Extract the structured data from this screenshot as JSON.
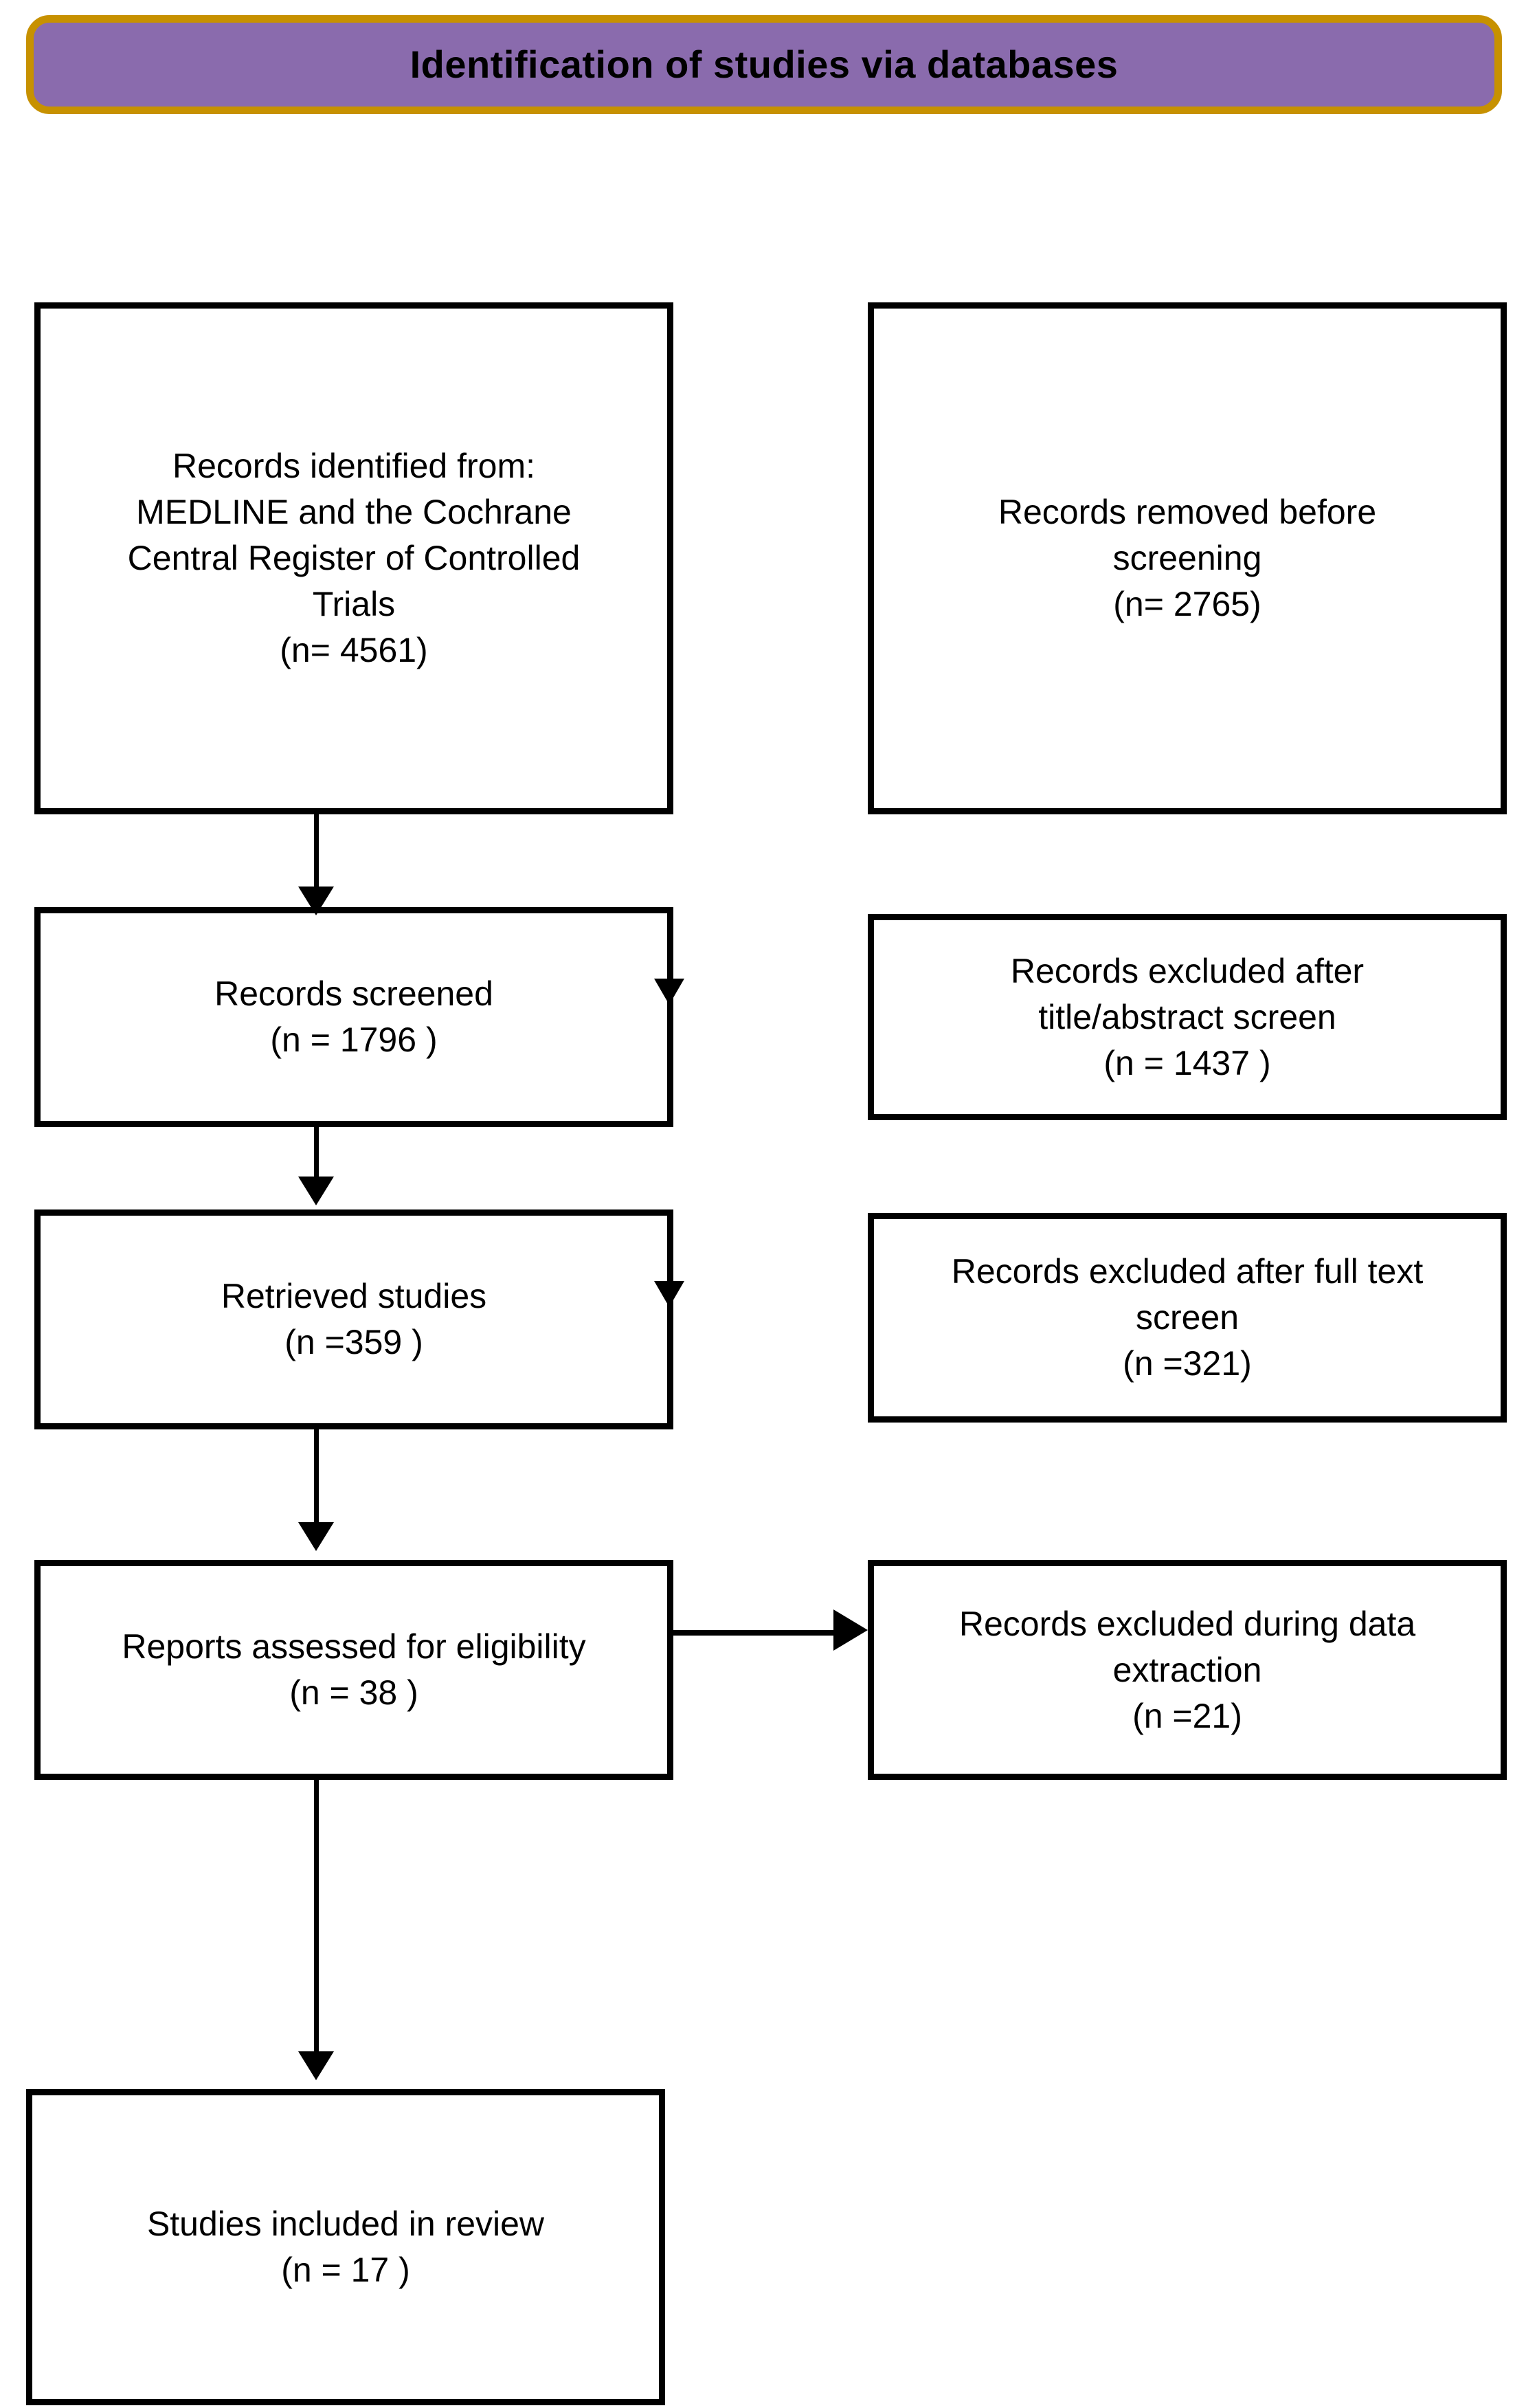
{
  "banner": {
    "title": "Identification of studies via databases",
    "fill_color": "#8a6bad",
    "border_color": "#c79100"
  },
  "flow": {
    "identified": {
      "label": "Records identified from:\nMEDLINE and the Cochrane\nCentral Register of Controlled\nTrials\n(n= 4561)",
      "count": 4561
    },
    "removed_before_screening": {
      "label": "Records removed before\nscreening\n(n= 2765)",
      "count": 2765
    },
    "screened": {
      "label": "Records screened\n(n = 1796 )",
      "count": 1796
    },
    "excluded_title_abstract": {
      "label": "Records excluded after\ntitle/abstract screen\n(n = 1437 )",
      "count": 1437
    },
    "retrieved": {
      "label": "Retrieved studies\n(n =359 )",
      "count": 359
    },
    "excluded_full_text": {
      "label": "Records excluded after full text\nscreen\n(n =321)",
      "count": 321
    },
    "eligibility": {
      "label": "Reports assessed for eligibility\n(n = 38 )",
      "count": 38
    },
    "excluded_data_extraction": {
      "label": "Records excluded during data\nextraction\n(n =21)",
      "count": 21
    },
    "included": {
      "label": "Studies included in review\n(n = 17 )",
      "count": 17
    }
  }
}
